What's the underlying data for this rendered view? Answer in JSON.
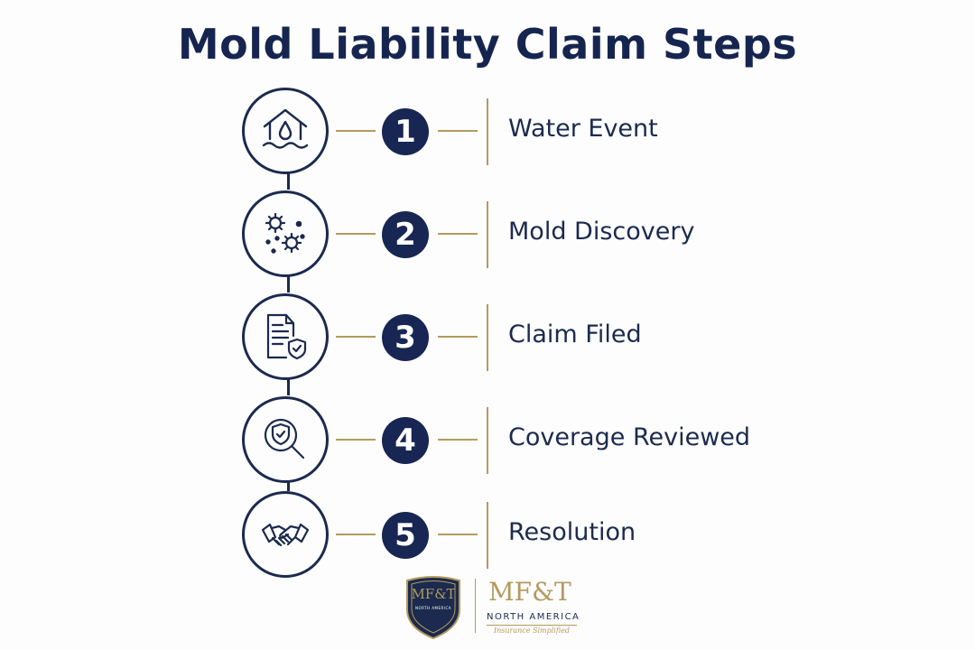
{
  "title": "Mold Liability Claim Steps",
  "accent_navy": "#172653",
  "accent_gold": "#b49a5e",
  "steps": [
    {
      "number": "1",
      "label": "Water Event",
      "icon": "house-water-drop-icon"
    },
    {
      "number": "2",
      "label": "Mold Discovery",
      "icon": "mold-spores-icon"
    },
    {
      "number": "3",
      "label": "Claim Filed",
      "icon": "document-shield-icon"
    },
    {
      "number": "4",
      "label": "Coverage Reviewed",
      "icon": "magnifier-shield-icon"
    },
    {
      "number": "5",
      "label": "Resolution",
      "icon": "handshake-icon"
    }
  ],
  "logo": {
    "shield_text": "MF&T",
    "shield_subtext": "NORTH AMERICA",
    "name": "MF&T",
    "subtitle": "NORTH AMERICA",
    "tagline": "Insurance Simplified"
  }
}
